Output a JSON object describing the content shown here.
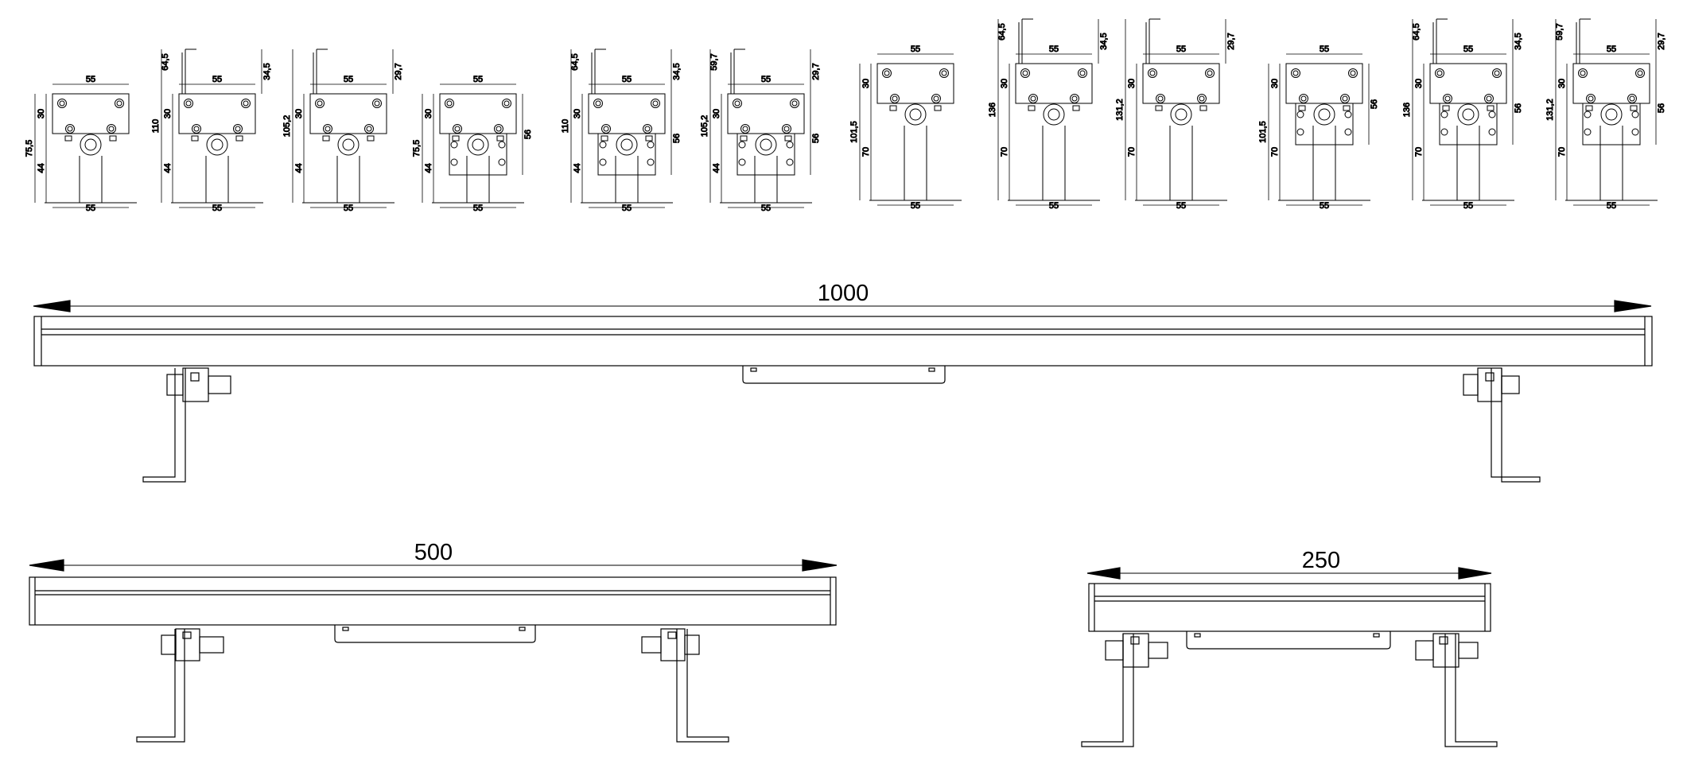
{
  "profiles": [
    {
      "top_width": "55",
      "bottom_width": "55",
      "overall_height": "75,5",
      "body_height": "30",
      "bracket_height": "44",
      "arm_height": "",
      "side_height": "",
      "has_arm": false,
      "tall_base": false,
      "extra_screws": false
    },
    {
      "top_width": "55",
      "bottom_width": "55",
      "overall_height": "110",
      "body_height": "30",
      "bracket_height": "44",
      "arm_height": "64,5",
      "side_height": "34,5",
      "has_arm": true,
      "tall_base": false,
      "extra_screws": false
    },
    {
      "top_width": "55",
      "bottom_width": "55",
      "overall_height": "105,2",
      "body_height": "30",
      "bracket_height": "44",
      "arm_height": "",
      "side_height": "29,7",
      "has_arm": true,
      "tall_base": false,
      "extra_screws": false
    },
    {
      "top_width": "55",
      "bottom_width": "55",
      "overall_height": "75,5",
      "body_height": "30",
      "bracket_height": "44",
      "arm_height": "",
      "side_height": "56",
      "has_arm": false,
      "tall_base": false,
      "extra_screws": true
    },
    {
      "top_width": "55",
      "bottom_width": "55",
      "overall_height": "110",
      "body_height": "30",
      "bracket_height": "44",
      "arm_height": "64,5",
      "side_height": "34,5",
      "side_height_2": "56",
      "has_arm": true,
      "tall_base": false,
      "extra_screws": true
    },
    {
      "top_width": "55",
      "bottom_width": "55",
      "overall_height": "105,2",
      "body_height": "30",
      "bracket_height": "44",
      "arm_height": "59,7",
      "side_height": "29,7",
      "side_height_2": "56",
      "has_arm": true,
      "tall_base": false,
      "extra_screws": true
    },
    {
      "top_width": "55",
      "bottom_width": "55",
      "overall_height": "101,5",
      "body_height": "30",
      "bracket_height": "70",
      "arm_height": "",
      "side_height": "",
      "has_arm": false,
      "tall_base": true,
      "extra_screws": false
    },
    {
      "top_width": "55",
      "bottom_width": "55",
      "overall_height": "136",
      "body_height": "30",
      "bracket_height": "70",
      "arm_height": "64,5",
      "side_height": "34,5",
      "has_arm": true,
      "tall_base": true,
      "extra_screws": false
    },
    {
      "top_width": "55",
      "bottom_width": "55",
      "overall_height": "131,2",
      "body_height": "30",
      "bracket_height": "70",
      "arm_height": "",
      "side_height": "29,7",
      "has_arm": true,
      "tall_base": true,
      "extra_screws": false
    },
    {
      "top_width": "55",
      "bottom_width": "55",
      "overall_height": "101,5",
      "body_height": "30",
      "bracket_height": "70",
      "arm_height": "",
      "side_height": "56",
      "has_arm": false,
      "tall_base": true,
      "extra_screws": true
    },
    {
      "top_width": "55",
      "bottom_width": "55",
      "overall_height": "136",
      "body_height": "30",
      "bracket_height": "70",
      "arm_height": "64,5",
      "side_height": "34,5",
      "side_height_2": "56",
      "has_arm": true,
      "tall_base": true,
      "extra_screws": true
    },
    {
      "top_width": "55",
      "bottom_width": "55",
      "overall_height": "131,2",
      "body_height": "30",
      "bracket_height": "70",
      "arm_height": "59,7",
      "side_height": "29,7",
      "side_height_2": "56",
      "has_arm": true,
      "tall_base": true,
      "extra_screws": true
    }
  ],
  "bars": [
    {
      "length_label": "1000"
    },
    {
      "length_label": "500"
    },
    {
      "length_label": "250"
    }
  ]
}
